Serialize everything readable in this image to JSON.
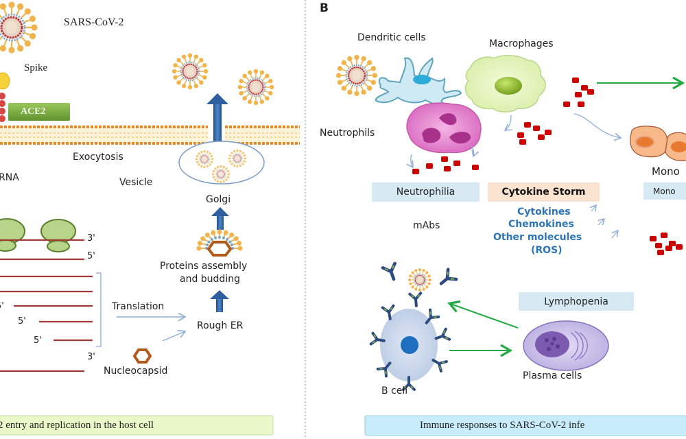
{
  "panel_a": {
    "title_virus": "SARS-CoV-2",
    "spike": "Spike",
    "ace2": "ACE2",
    "exocytosis": "Exocytosis",
    "rna": "RNA",
    "vesicle": "Vesicle",
    "golgi": "Golgi",
    "proteins_assembly_line1": "Proteins assembly",
    "proteins_assembly_line2": "and budding",
    "translation": "Translation",
    "rough_er": "Rough  ER",
    "nucleocapsid": "Nucleocapsid",
    "prime_3a": "3'",
    "prime_5a": "5'",
    "prime_5b": "5'",
    "prime_5c": "5'",
    "prime_5d": "5'",
    "prime_3b": "3'",
    "caption": "2  entry and replication in the host cell"
  },
  "panel_b": {
    "panel_letter": "B",
    "dendritic": "Dendritic cells",
    "macrophages": "Macrophages",
    "neutrophils": "Neutrophils",
    "monocytes_label": "Mono",
    "neutrophilia": "Neutrophilia",
    "cytokine_storm": "Cytokine Storm",
    "monocytosis_box": "Mono",
    "mabs": "mAbs",
    "cytokines": "Cytokines",
    "chemokines": "Chemokines",
    "other_molecules": "Other molecules",
    "ros": "(ROS)",
    "lymphopenia": "Lymphopenia",
    "plasma_cells": "Plasma cells",
    "b_cell": "B cell",
    "caption": "Immune responses to SARS-CoV-2 infe"
  },
  "colors": {
    "membrane": "#f4b860",
    "arrow_blue": "#2f5f9e",
    "arrow_green": "#22aa44",
    "rna_line": "#a33a3a",
    "ribosome": "#b7d488",
    "cytokine_red": "#cc0000",
    "caption_a_bg": "#eaf7c8",
    "caption_b_bg": "#c9ecfa"
  }
}
